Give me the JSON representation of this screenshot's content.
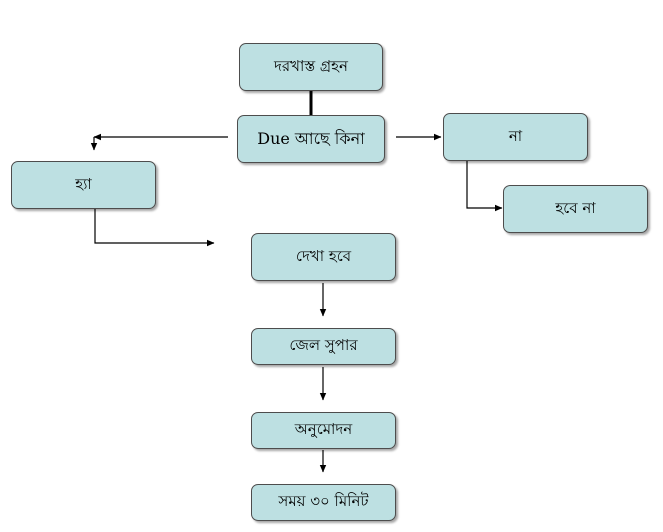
{
  "diagram": {
    "nodes": {
      "application_received": "দরখাস্ত গ্রহন",
      "is_due": "Due আছে কিনা",
      "no": "না",
      "yes": "হ্যা",
      "will_not_be": "হবে না",
      "will_be_seen": "দেখা হবে",
      "jail_super": "জেল সুপার",
      "approval": "অনুমোদন",
      "time": "সময় ৩০ মিনিট"
    },
    "colors": {
      "box_fill": "#bde0e2",
      "box_border": "#4d4d4d",
      "connector": "#000000"
    }
  }
}
